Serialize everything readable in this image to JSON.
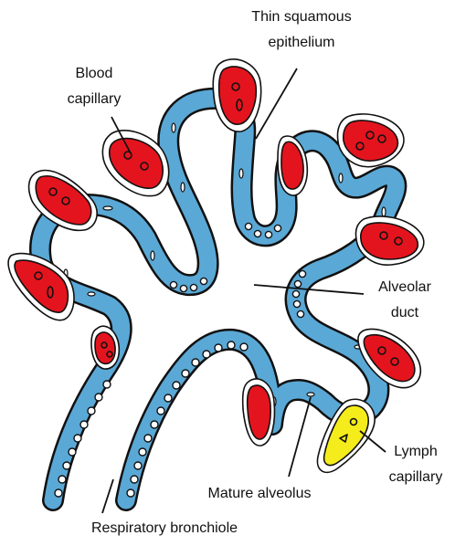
{
  "labels": {
    "thin_squamous_line1": "Thin squamous",
    "thin_squamous_line2": "epithelium",
    "blood_capillary_line1": "Blood",
    "blood_capillary_line2": "capillary",
    "alveolar_duct_line1": "Alveolar",
    "alveolar_duct_line2": "duct",
    "lymph_capillary_line1": "Lymph",
    "lymph_capillary_line2": "capillary",
    "mature_alveolus": "Mature alveolus",
    "respiratory_bronchiole": "Respiratory bronchiole"
  },
  "colors": {
    "epithelium": "#5aa8d6",
    "blood_capillary": "#e4141e",
    "lymph_capillary": "#f5ec1c",
    "outline": "#111111",
    "cell_white": "#ffffff"
  }
}
